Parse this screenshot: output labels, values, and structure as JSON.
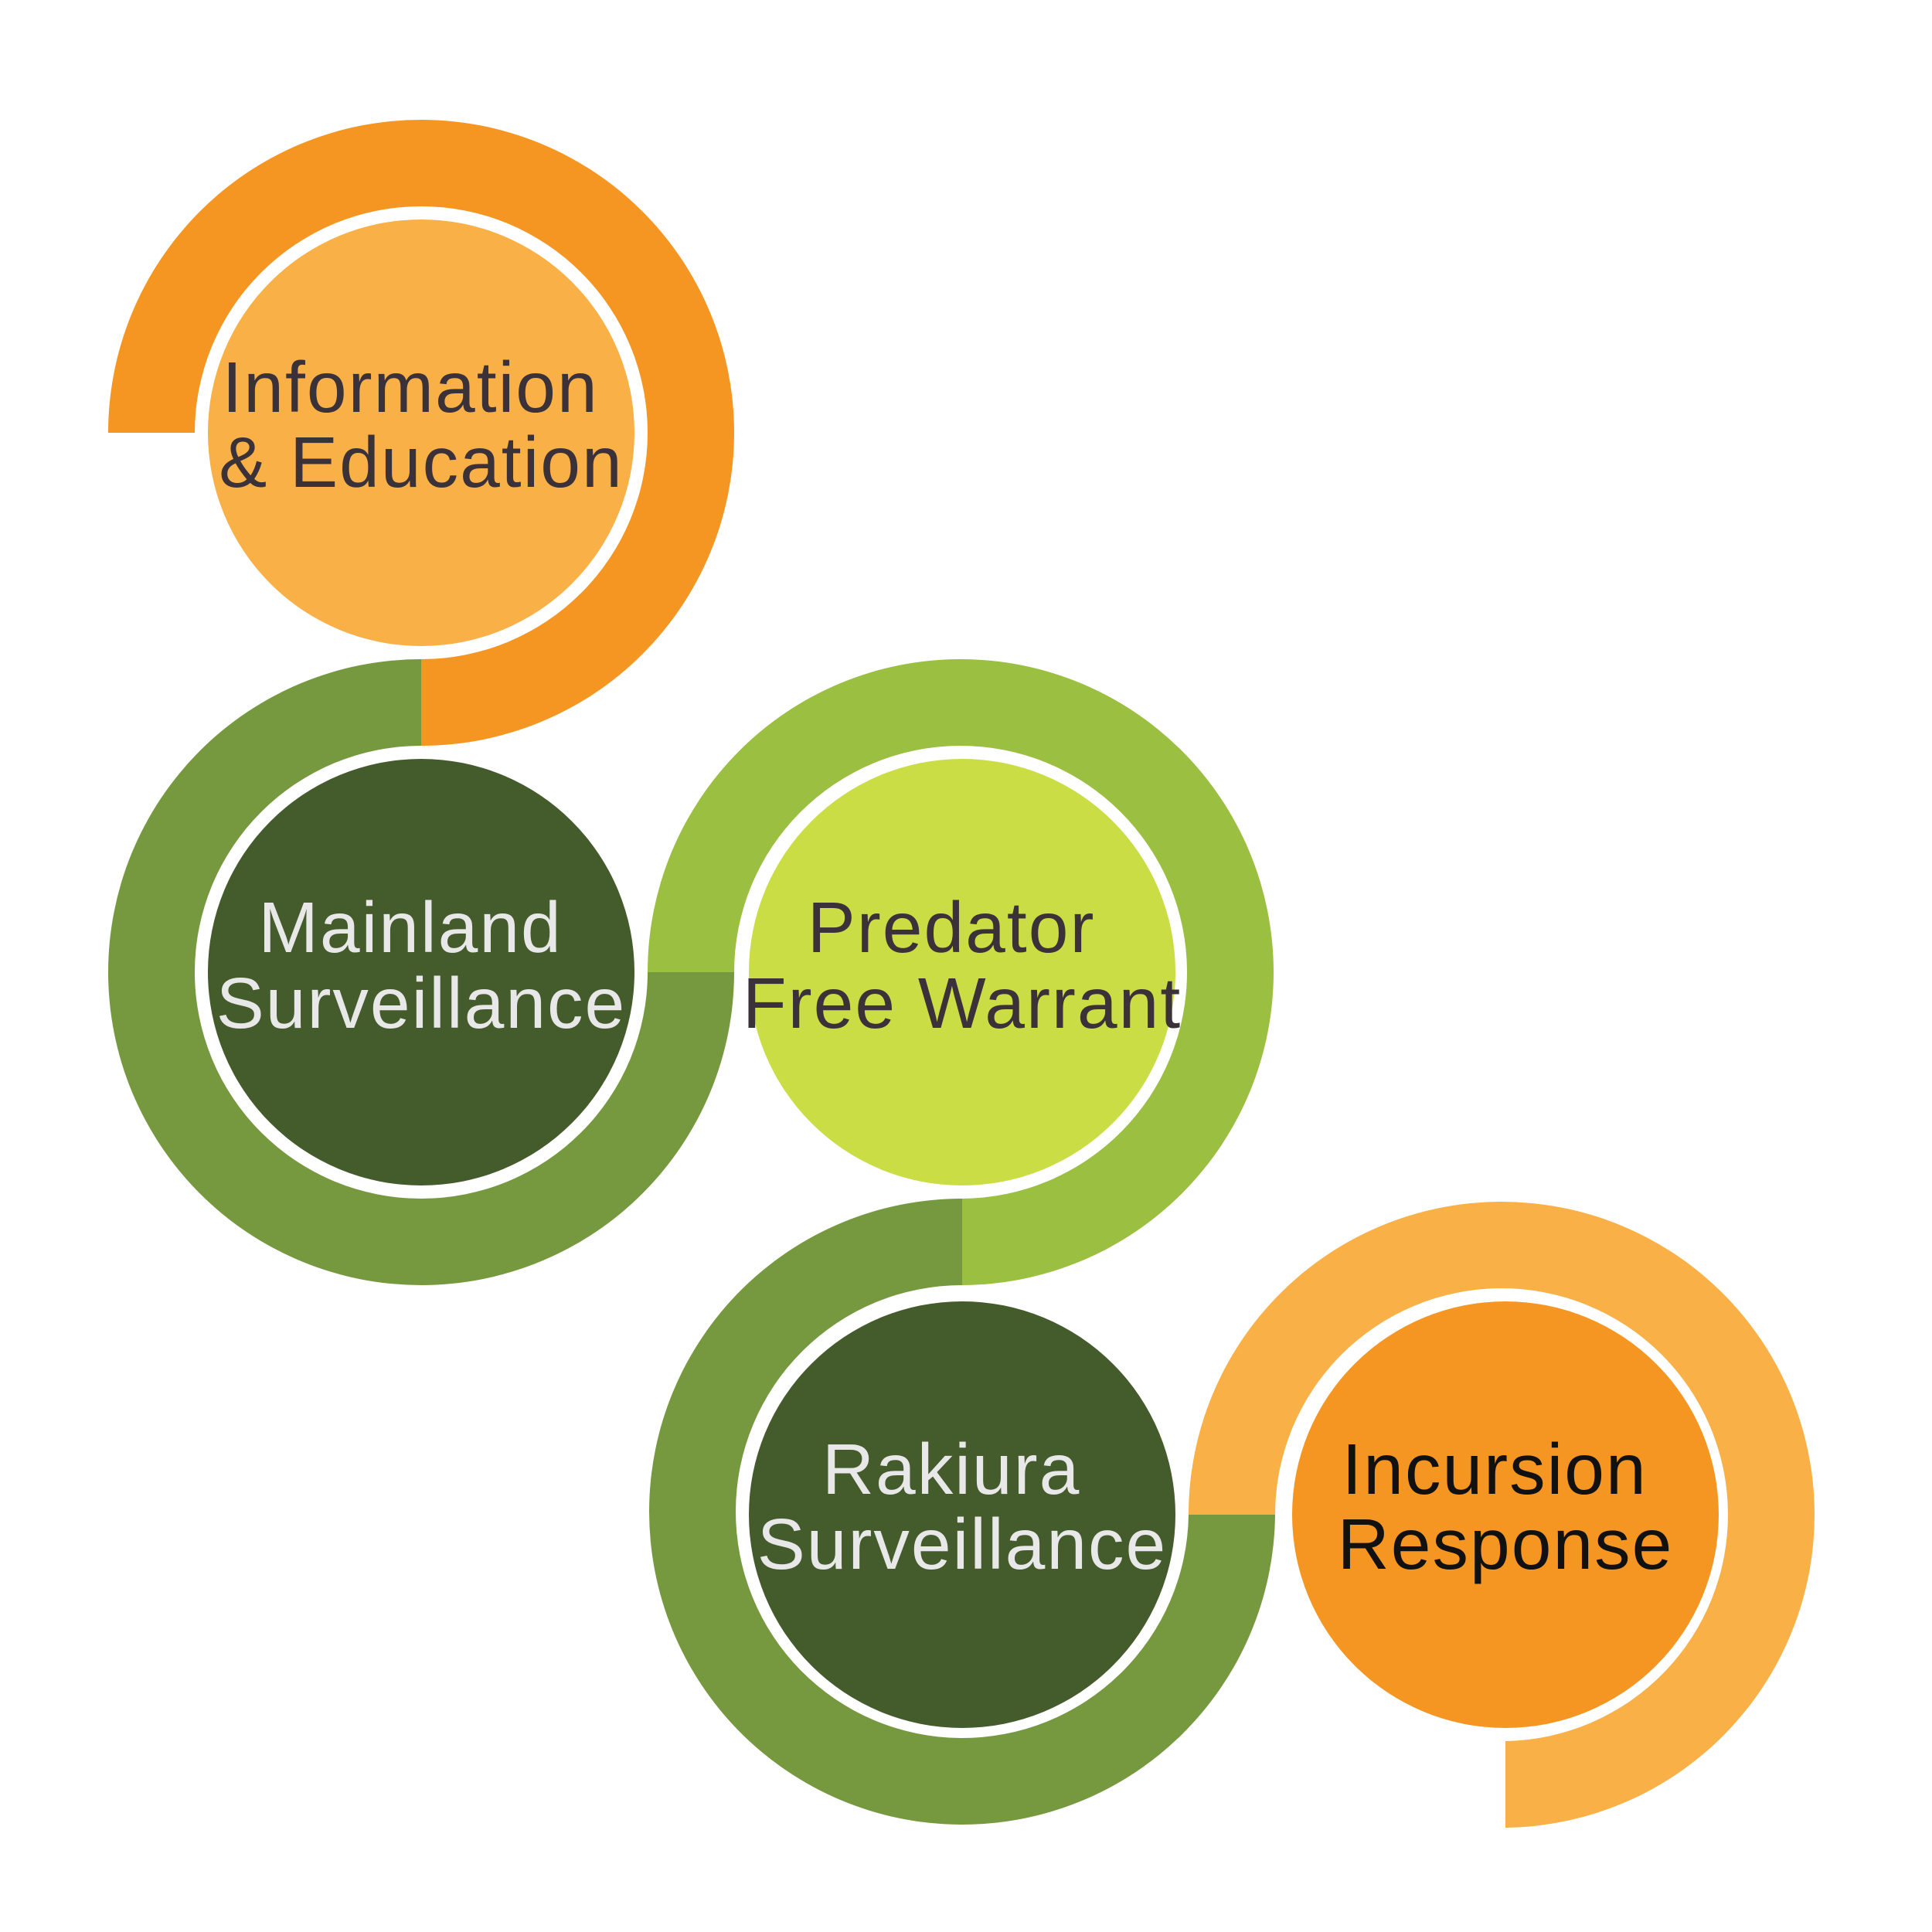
{
  "colors": {
    "orange": "#F69622",
    "light_orange": "#F9B046",
    "olive_green": "#76993F",
    "lime_ring": "#9BBF40",
    "dark_green": "#445B2C",
    "lime_fill": "#CADD44",
    "white": "#FFFFFF",
    "dark_text": "#3A3238",
    "light_text": "#E8E8E8",
    "black_text": "#111111"
  },
  "nodes": [
    {
      "key": "info",
      "lines": [
        "Information",
        "& Education"
      ]
    },
    {
      "key": "mainland",
      "lines": [
        "Mainland",
        "Surveillance"
      ]
    },
    {
      "key": "predator",
      "lines": [
        "Predator",
        "Free Warrant"
      ]
    },
    {
      "key": "rakiura",
      "lines": [
        "Rakiura",
        "Surveillance"
      ]
    },
    {
      "key": "incursion",
      "lines": [
        "Incursion",
        "Response"
      ]
    }
  ]
}
